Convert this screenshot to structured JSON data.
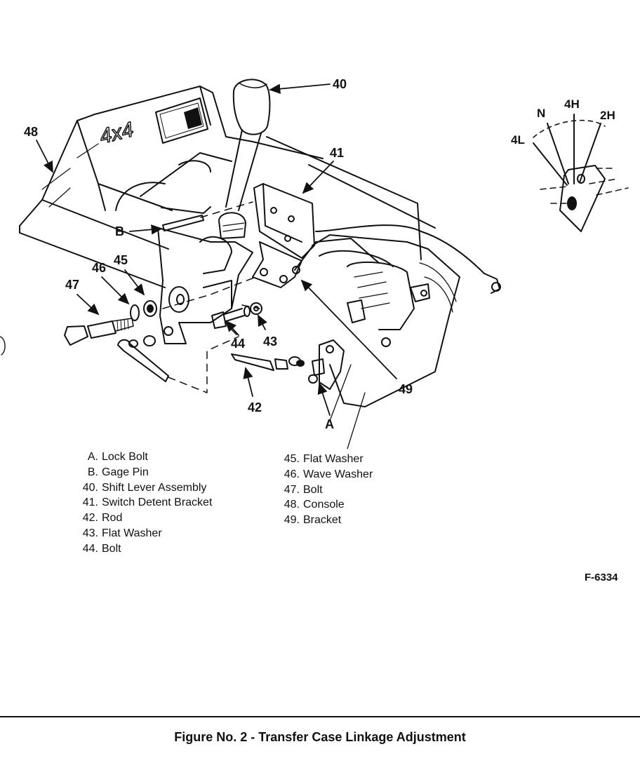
{
  "callouts": {
    "c40": "40",
    "c41": "41",
    "c48": "48",
    "cB": "B",
    "c46": "46",
    "c45": "45",
    "c47": "47",
    "c44": "44",
    "c43": "43",
    "c42": "42",
    "c49": "49",
    "cA": "A"
  },
  "console_badge": "4x4",
  "positions": {
    "n": "N",
    "h4": "4H",
    "h2": "2H",
    "l4": "4L"
  },
  "legend_left": [
    {
      "key": "A.",
      "label": "Lock Bolt"
    },
    {
      "key": "B.",
      "label": "Gage Pin"
    },
    {
      "key": "40.",
      "label": "Shift Lever Assembly"
    },
    {
      "key": "41.",
      "label": "Switch Detent Bracket"
    },
    {
      "key": "42.",
      "label": "Rod"
    },
    {
      "key": "43.",
      "label": "Flat Washer"
    },
    {
      "key": "44.",
      "label": "Bolt"
    }
  ],
  "legend_right": [
    {
      "key": "45.",
      "label": "Flat Washer"
    },
    {
      "key": "46.",
      "label": "Wave Washer"
    },
    {
      "key": "47.",
      "label": "Bolt"
    },
    {
      "key": "48.",
      "label": "Console"
    },
    {
      "key": "49.",
      "label": "Bracket"
    }
  ],
  "figure_code": "F-6334",
  "caption": "Figure No. 2 - Transfer Case Linkage Adjustment"
}
